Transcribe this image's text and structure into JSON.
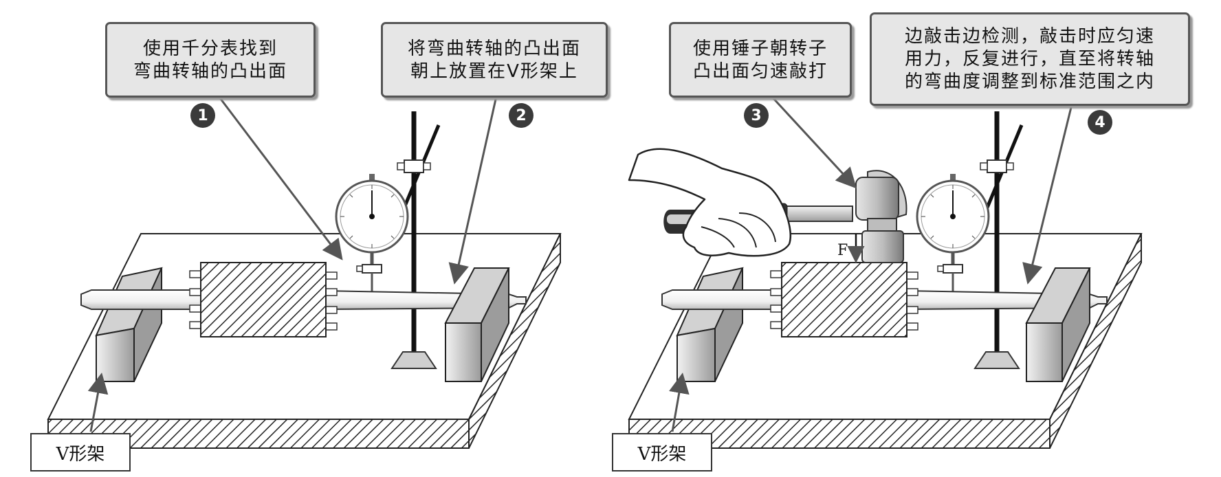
{
  "callouts": {
    "c1": [
      "使用千分表找到",
      "弯曲转轴的凸出面"
    ],
    "c2": [
      "将弯曲转轴的凸出面",
      "朝上放置在V形架上"
    ],
    "c3": [
      "使用锤子朝转子",
      "凸出面匀速敲打"
    ],
    "c4": [
      "边敲击边检测，敲击时应匀速",
      "用力，反复进行，直至将转轴",
      "的弯曲度调整到标准范围之内"
    ]
  },
  "badges": [
    "1",
    "2",
    "3",
    "4"
  ],
  "vframe_label": "V形架",
  "force_label": "F"
}
